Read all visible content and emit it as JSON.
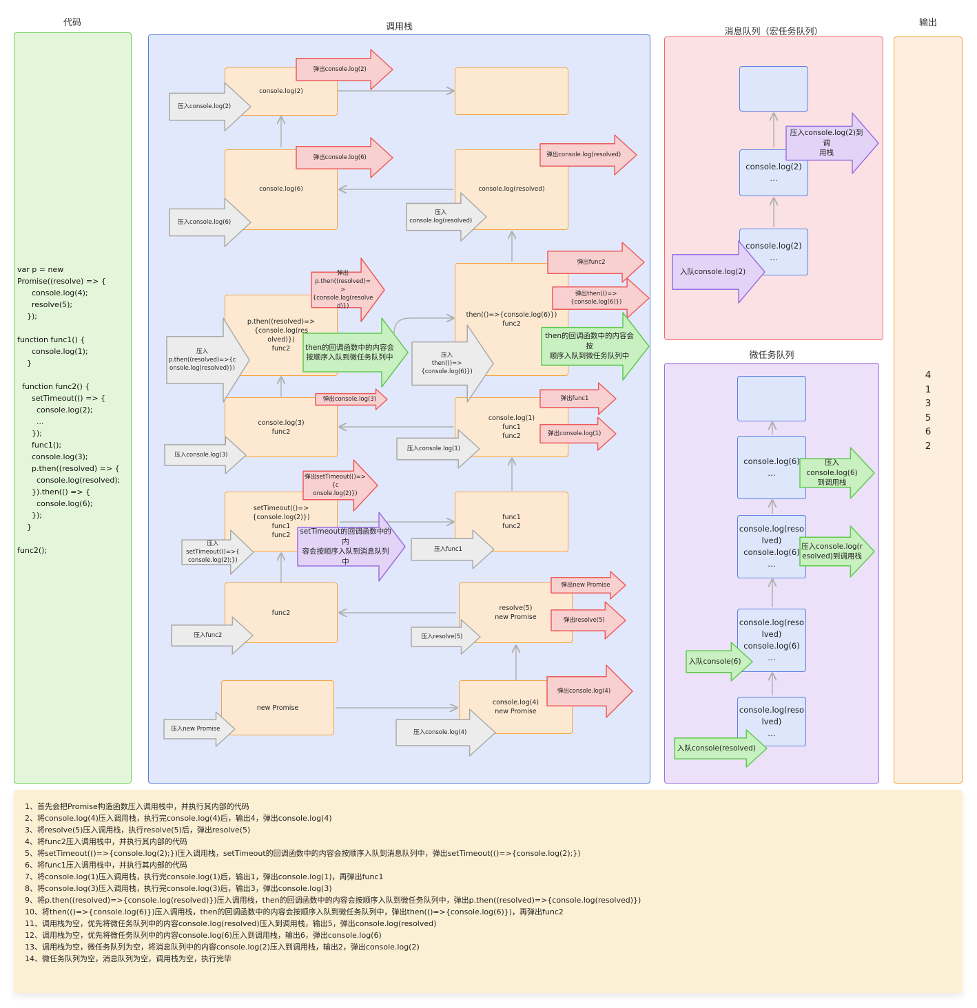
{
  "titles": {
    "code": "代码",
    "stack": "调用栈",
    "macro": "消息队列（宏任务队列）",
    "micro": "微任务队列",
    "output": "输出"
  },
  "code_lines": [
    "var p = new",
    "Promise((resolve) => {",
    "      console.log(4);",
    "      resolve(5);",
    "    });",
    "",
    "function func1() {",
    "      console.log(1);",
    "    }",
    "",
    "  function func2() {",
    "      setTimeout(() => {",
    "        console.log(2);",
    "        ...",
    "      });",
    "      func1();",
    "      console.log(3);",
    "      p.then((resolved) => {",
    "        console.log(resolved);",
    "      }).then(() => {",
    "        console.log(6);",
    "      });",
    "    }",
    "",
    "func2();"
  ],
  "output_values": [
    "4",
    "1",
    "3",
    "5",
    "6",
    "2"
  ],
  "stack_boxes": [
    {
      "id": "s-log2",
      "text": ""
    },
    {
      "id": "s-log2-top",
      "text": "console.log(2)"
    },
    {
      "id": "s-log6",
      "text": "console.log(6)"
    },
    {
      "id": "s-logres",
      "text": "console.log(resolved)"
    },
    {
      "id": "s-pthen",
      "text": "p.then((resolved)=>{console.log(res\nolved)})\nfunc2"
    },
    {
      "id": "s-then6",
      "text": "then(()=>{console.log(6)})\nfunc2"
    },
    {
      "id": "s-log3",
      "text": "console.log(3)\nfunc2"
    },
    {
      "id": "s-log1",
      "text": "console.log(1)\nfunc1\nfunc2"
    },
    {
      "id": "s-settimeout",
      "text": "setTimeout(()=>{console.log(2)})\nfunc1\nfunc2"
    },
    {
      "id": "s-func1",
      "text": "func1\nfunc2"
    },
    {
      "id": "s-func2",
      "text": "func2"
    },
    {
      "id": "s-resolve",
      "text": "resolve(5)\nnew Promise"
    },
    {
      "id": "s-newpromise",
      "text": "new Promise"
    },
    {
      "id": "s-log4",
      "text": "console.log(4)\nnew Promise"
    }
  ],
  "push_arrows": [
    "压入console.log(2)",
    "压入console.log(6)",
    "压入console.log(resolved)",
    "压入p.then((resolved)=>{c\nonsole.log(resolved)})",
    "压入\nthen(()=>{console.log(6)})",
    "压入console.log(3)",
    "压入console.log(1)",
    "压入setTimeout(()=>{\nconsole.log(2);})",
    "压入func1",
    "压入func2",
    "压入resolve(5)",
    "压入new Promise",
    "压入console.log(4)"
  ],
  "pop_arrows": [
    "弹出console.log(2)",
    "弹出console.log(6)",
    "弹出console.log(resolved)",
    "弹出p.then((resolved)=\n>{console.log(resolve\nd)})",
    "弹出func2",
    "弹出then(()=>{console.log(6)})",
    "弹出console.log(3)",
    "弹出func1",
    "弹出console.log(1)",
    "弹出setTimeout(()=>{c\nonsole.log(2)})",
    "弹出new Promise",
    "弹出resolve(5)",
    "弹出console.log(4)"
  ],
  "note_arrows": {
    "then_micro_1": "then的回调函数中的内容会\n按顺序入队到微任务队列中",
    "then_micro_2": "then的回调函数中的内容会按\n顺序入队到微任务队列中",
    "settimeout_macro": "setTimeout的回调函数中的内\n容会按顺序入队到消息队列中"
  },
  "macro": {
    "boxes": [
      "",
      "console.log(2)\n…",
      "console.log(2)\n…"
    ],
    "push_label": "压入console.log(2)到调\n用栈",
    "enqueue_label": "入队console.log(2)"
  },
  "micro": {
    "boxes": [
      "",
      "console.log(6)\n…",
      "console.log(reso\nlved)\nconsole.log(6)\n…",
      "console.log(reso\nlved)\nconsole.log(6)\n…",
      "console.log(reso\nlved)\n…"
    ],
    "push_label_6": "压入console.log(6)\n到调用栈",
    "push_label_res": "压入console.log(r\nesolved)到调用栈",
    "enqueue_6": "入队console(6)",
    "enqueue_res": "入队console(resolved)"
  },
  "steps": [
    "1、首先会把Promise构造函数压入调用栈中，并执行其内部的代码",
    "2、将console.log(4)压入调用栈，执行完console.log(4)后，输出4，弹出console.log(4)",
    "3、将resolve(5)压入调用栈，执行resolve(5)后，弹出resolve(5)",
    "4、将func2压入调用栈中，并执行其内部的代码",
    "5、将setTimeout(()=>{console.log(2);})压入调用栈，setTimeout的回调函数中的内容会按顺序入队到消息队列中，弹出setTimeout(()=>{console.log(2);})",
    "6、将func1压入调用栈中，并执行其内部的代码",
    "7、将console.log(1)压入调用栈，执行完console.log(1)后，输出1，弹出console.log(1)，再弹出func1",
    "8、将console.log(3)压入调用栈，执行完console.log(3)后，输出3，弹出console.log(3)",
    "9、将p.then((resolved)=>{console.log(resolved)})压入调用栈，then的回调函数中的内容会按顺序入队到微任务队列中，弹出p.then((resolved)=>{console.log(resolved)})",
    "10、将then(()=>{console.log(6)})压入调用栈，then的回调函数中的内容会按顺序入队到微任务队列中，弹出then(()=>{console.log(6)})，再弹出func2",
    "11、调用栈为空，优先将微任务队列中的内容console.log(resolved)压入到调用栈，输出5，弹出console.log(resolved)",
    "12、调用栈为空，优先将微任务队列中的内容console.log(6)压入到调用栈，输出6，弹出console.log(6)",
    "13、调用栈为空，微任务队列为空，将消息队列中的内容console.log(2)压入到调用栈，输出2，弹出console.log(2)",
    "14、微任务队列为空，消息队列为空，调用栈为空，执行完毕"
  ],
  "colors": {
    "code_bg": "#e4f6d9",
    "code_border": "#6fcf5a",
    "stack_bg": "#e1e8fb",
    "stack_border": "#5b7fe0",
    "macro_bg": "#fbe1e3",
    "macro_border": "#ec6b6f",
    "micro_bg": "#ece1f8",
    "micro_border": "#9b6fe0",
    "output_bg": "#fdeedd",
    "output_border": "#f5a341",
    "notes_bg": "#fcf0d4",
    "push_fill": "#ececec",
    "push_stroke": "#a8a8a8",
    "pop_fill": "#f9d0d0",
    "pop_stroke": "#ec5a5a",
    "green_fill": "#c8f0c0",
    "green_stroke": "#5fc94f",
    "purple_fill": "#e3d4f7",
    "purple_stroke": "#9b6fe0"
  }
}
